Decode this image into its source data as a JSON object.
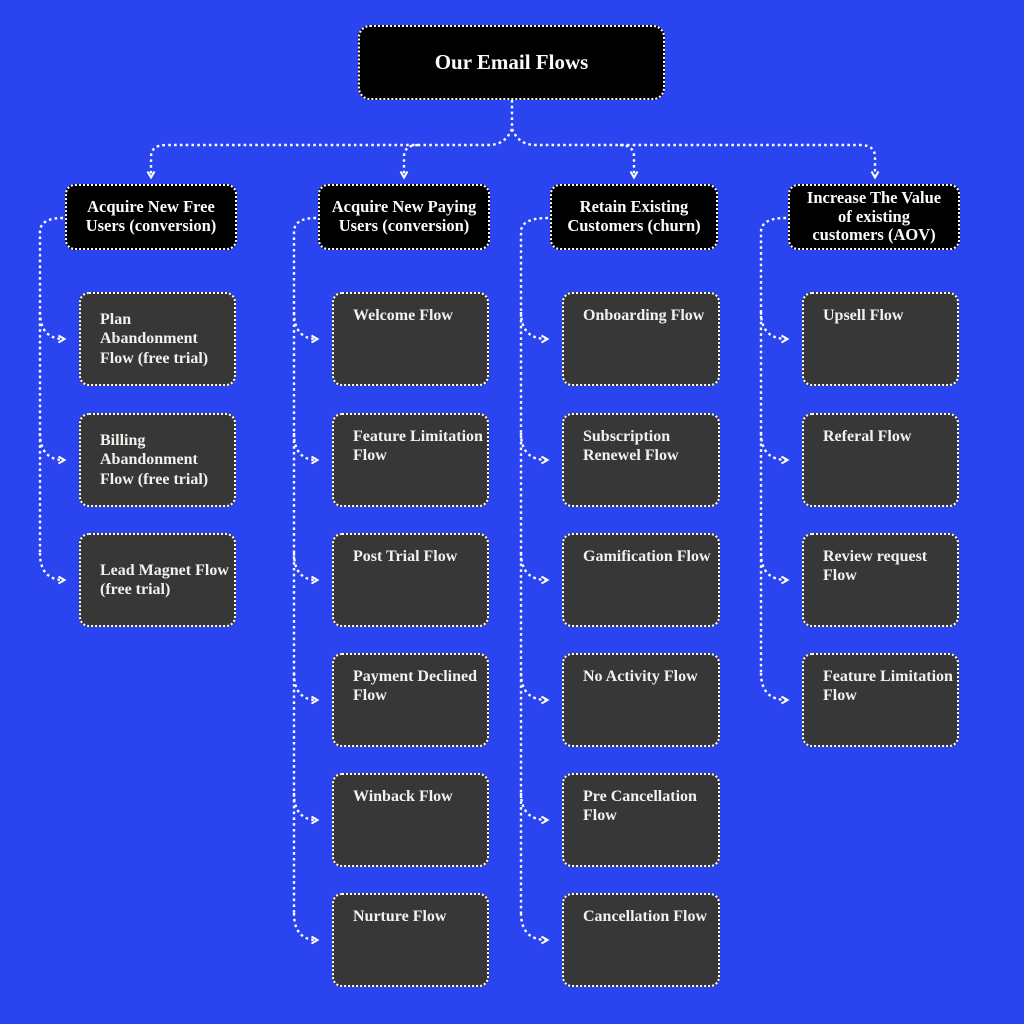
{
  "diagram": {
    "title": "Our Email Flows",
    "columns": [
      {
        "header": "Acquire New Free\nUsers (conversion)",
        "children": [
          "Plan\nAbandonment\nFlow (free trial)",
          "Billing\nAbandonment\nFlow (free trial)",
          "Lead Magnet Flow\n(free trial)"
        ]
      },
      {
        "header": "Acquire New Paying\nUsers (conversion)",
        "children": [
          "Welcome Flow",
          "Feature Limitation\nFlow",
          "Post Trial Flow",
          "Payment Declined\nFlow",
          "Winback Flow",
          "Nurture Flow"
        ]
      },
      {
        "header": "Retain Existing\nCustomers (churn)",
        "children": [
          "Onboarding Flow",
          "Subscription\nRenewel Flow",
          "Gamification Flow",
          "No Activity Flow",
          "Pre Cancellation\nFlow",
          "Cancellation Flow"
        ]
      },
      {
        "header": "Increase The Value\nof existing\ncustomers (AOV)",
        "children": [
          "Upsell Flow",
          "Referal Flow",
          "Review request\nFlow",
          "Feature Limitation\nFlow"
        ]
      }
    ],
    "colors": {
      "background": "#2a44ef",
      "root_fill": "#000000",
      "header_fill": "#000000",
      "child_fill": "#373737",
      "text": "#f3f1ec",
      "connector": "#ffffff"
    }
  }
}
